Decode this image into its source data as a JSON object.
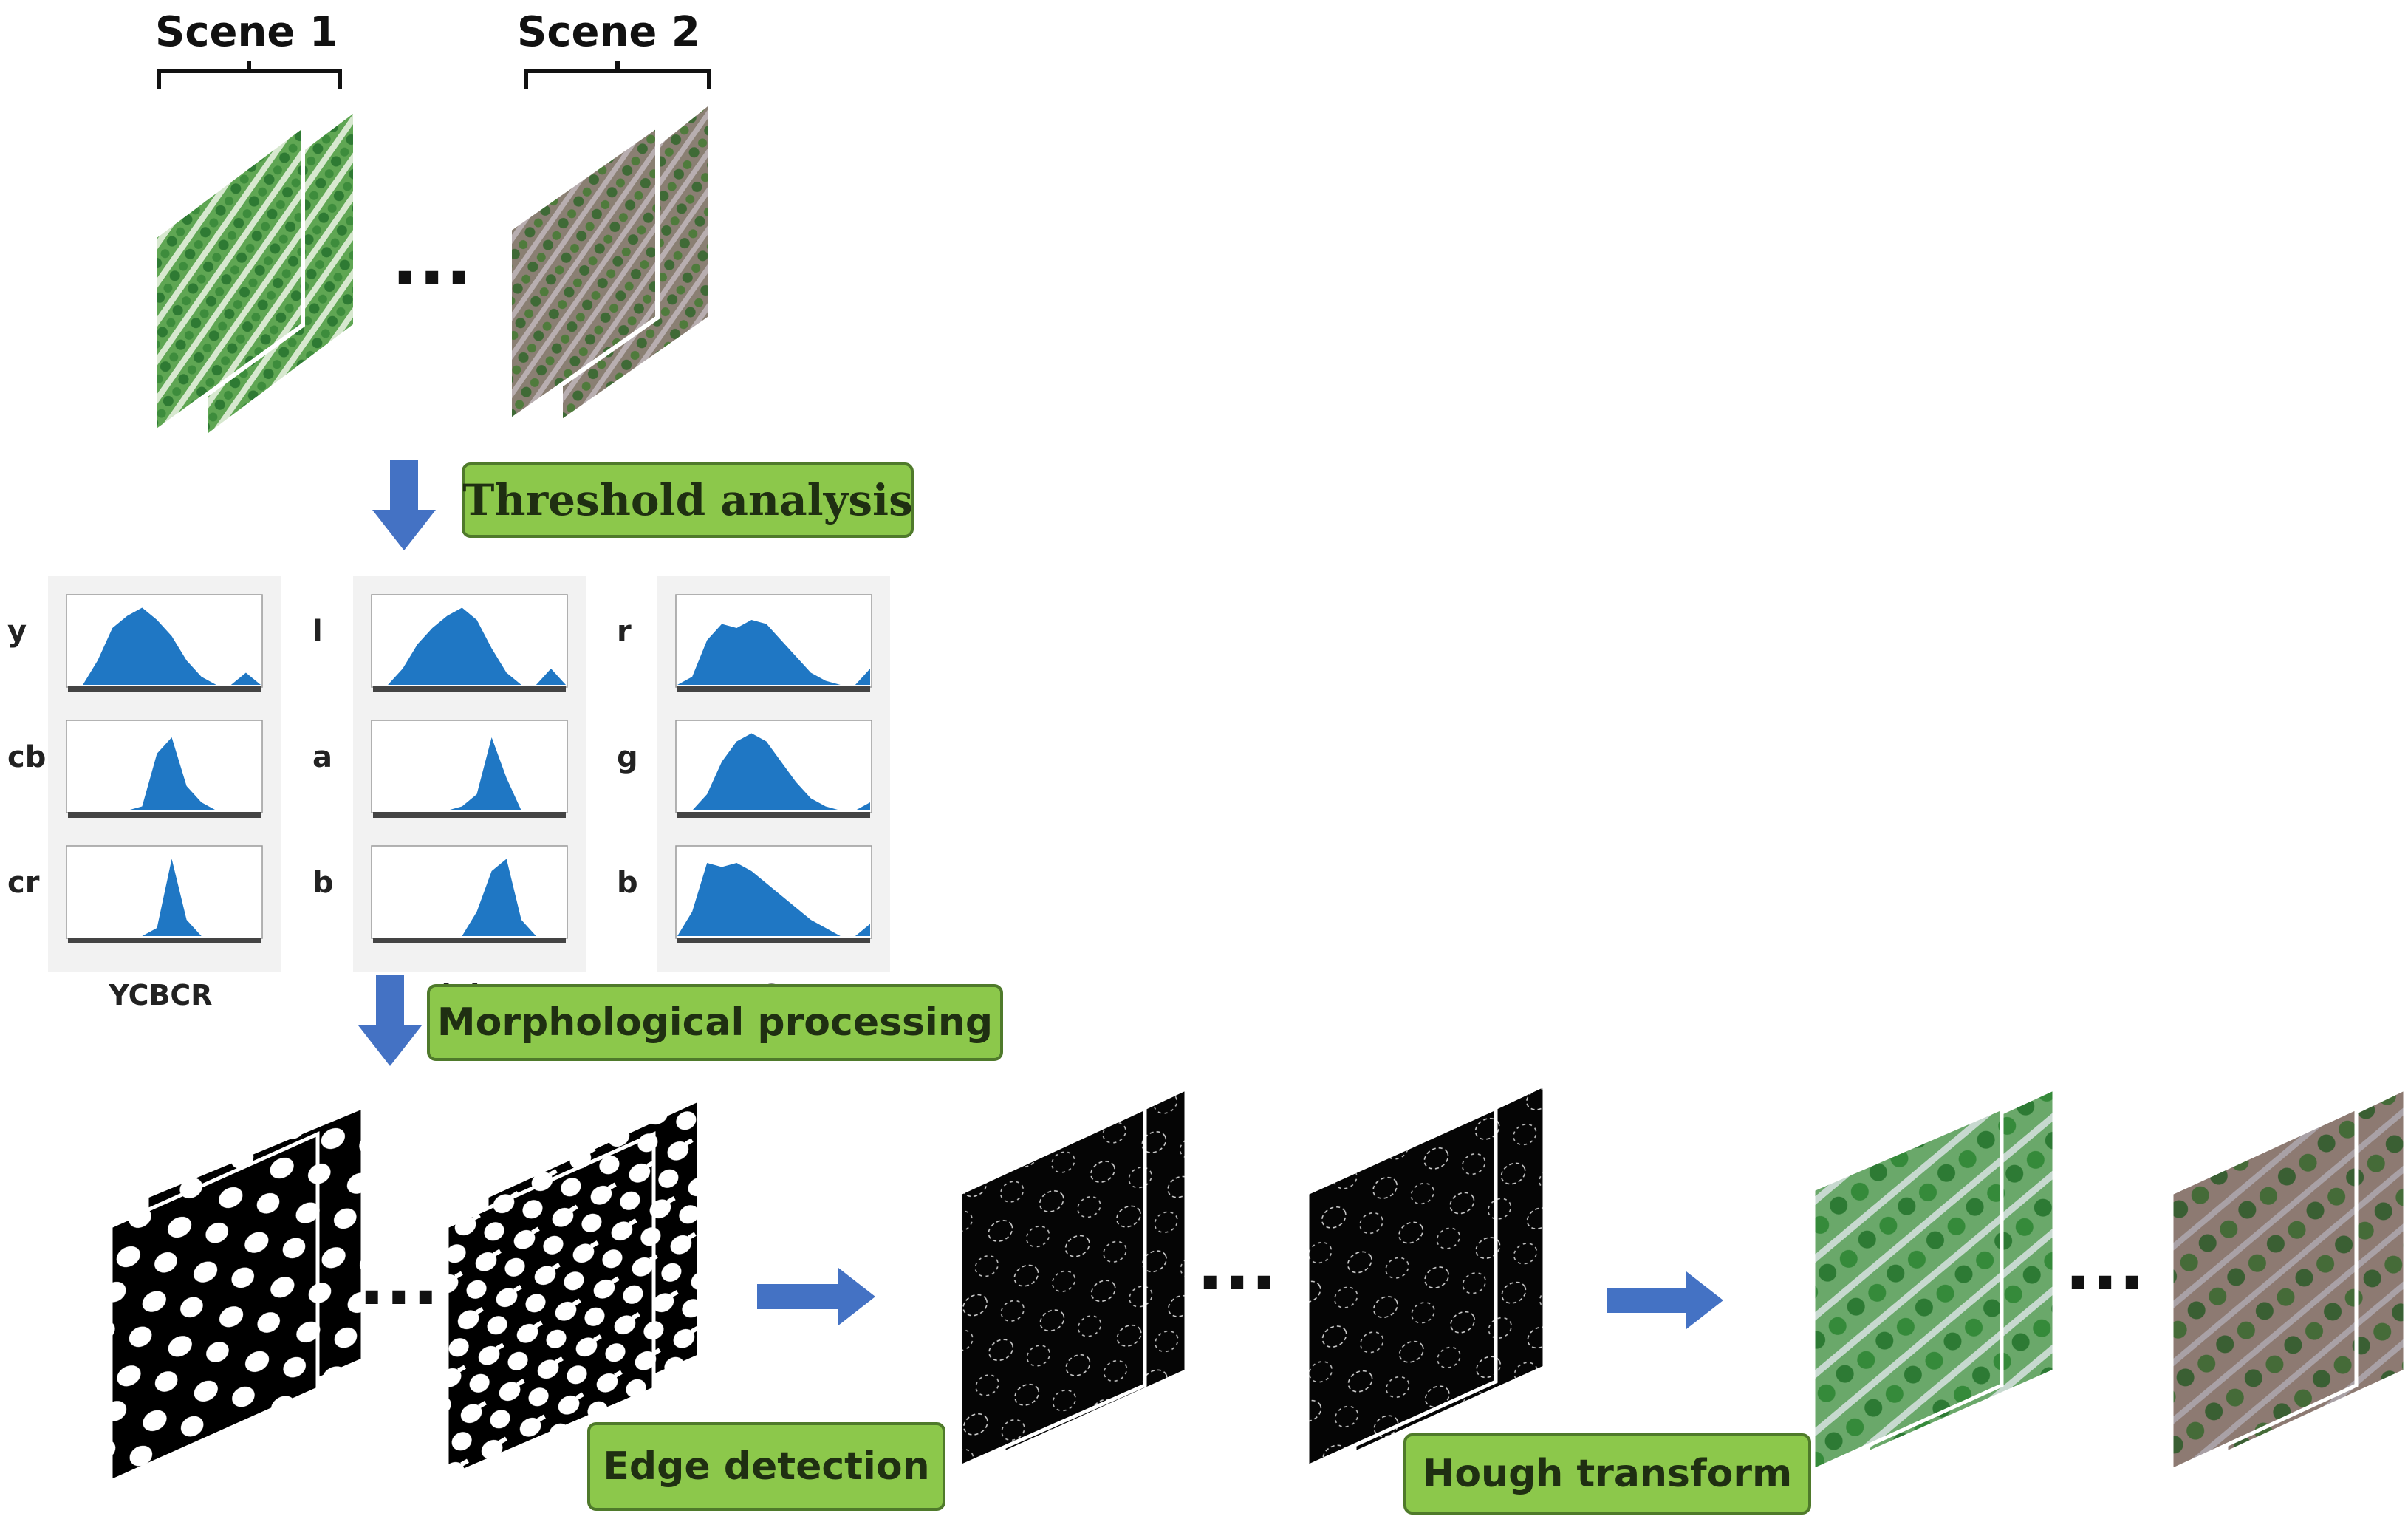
{
  "scenes": {
    "scene1": "Scene 1",
    "scene2": "Scene 2"
  },
  "steps": {
    "threshold": "Threshold analysis",
    "morphological": "Morphological processing",
    "edge": "Edge detection",
    "hough": "Hough transform"
  },
  "histogram_groups": [
    {
      "name": "YCBCR",
      "channels": [
        "y",
        "cb",
        "cr"
      ]
    },
    {
      "name": "lab",
      "channels": [
        "l",
        "a",
        "b"
      ]
    },
    {
      "name": "RGB",
      "channels": [
        "r",
        "g",
        "b"
      ]
    }
  ],
  "ellipsis": "...",
  "colors": {
    "step_fill": "#8cc84b",
    "step_border": "#4f7a2b",
    "arrow": "#4472c4",
    "histogram": "#1f77c4"
  }
}
